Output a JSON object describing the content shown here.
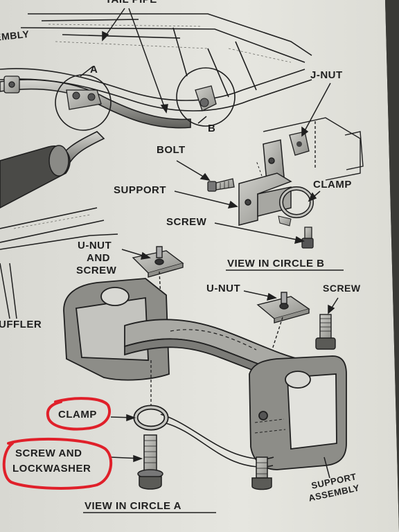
{
  "labels": {
    "tail_pipe": "TAIL PIPE",
    "assembly": "ASSEMBLY",
    "muffler": "MUFFLER",
    "circle_a": "A",
    "circle_b": "B",
    "j_nut": "J-NUT",
    "bolt": "BOLT",
    "clamp_b": "CLAMP",
    "support": "SUPPORT",
    "screw_b": "SCREW",
    "view_circle_b": "VIEW IN CIRCLE B",
    "u_nut_and_screw": [
      "U-NUT",
      "AND",
      "SCREW"
    ],
    "u_nut": "U-NUT",
    "screw_a": "SCREW",
    "clamp_a": "CLAMP",
    "screw_and_lockwasher": [
      "SCREW AND",
      "LOCKWASHER"
    ],
    "support_assembly": [
      "SUPPORT",
      "ASSEMBLY"
    ],
    "view_circle_a": "VIEW IN CIRCLE A"
  },
  "colors": {
    "paper": "#e4e4de",
    "ink": "#1f1f1f",
    "metal_fill": "#b9b9b4",
    "metal_dark": "#8e8e89",
    "highlight_red": "#e0202a"
  }
}
